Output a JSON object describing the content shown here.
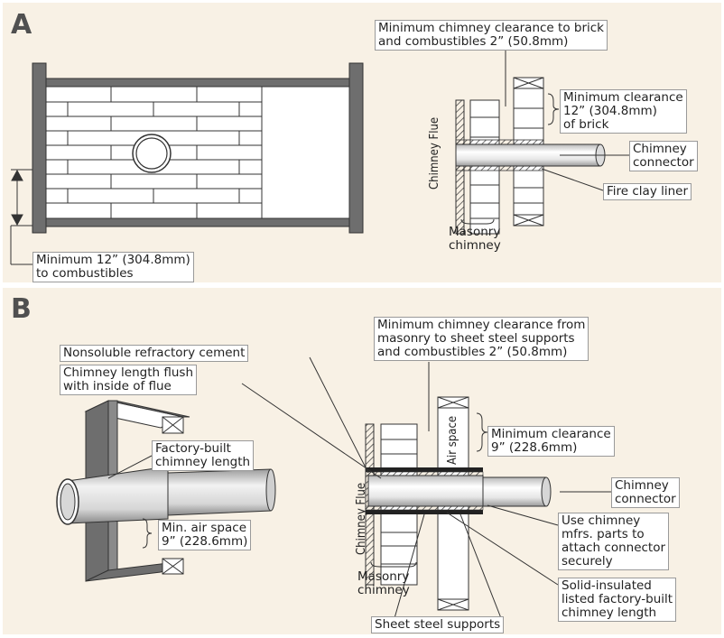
{
  "panel_a": {
    "letter": "A",
    "label_clearance_brick": "Minimum chimney clearance to brick\nand combustibles 2” (50.8mm)",
    "label_min_clearance": "Minimum clearance\n12” (304.8mm)\nof brick",
    "label_chimney_connector": "Chimney\nconnector",
    "label_fire_clay": "Fire clay liner",
    "label_masonry": "Masonry\nchimney",
    "label_chimney_flue": "Chimney Flue",
    "label_min_combustibles": "Minimum 12” (304.8mm)\nto combustibles"
  },
  "panel_b": {
    "letter": "B",
    "label_clearance_masonry": "Minimum chimney clearance from\nmasonry to sheet steel supports\nand combustibles 2” (50.8mm)",
    "label_nonsoluble": "Nonsoluble refractory cement",
    "label_flush": "Chimney length flush\nwith inside of flue",
    "label_factory_built": "Factory-built\nchimney length",
    "label_air_space_vertical": "Air space",
    "label_min_clearance": "Minimum clearance\n9” (228.6mm)",
    "label_chimney_connector": "Chimney\nconnector",
    "label_min_air_space": "Min. air space\n9” (228.6mm)",
    "label_use_parts": "Use chimney\nmfrs. parts to\nattach connector\nsecurely",
    "label_chimney_flue": "Chimney Flue",
    "label_masonry": "Masonry\nchimney",
    "label_solid_insulated": "Solid-insulated\nlisted factory-built\nchimney length",
    "label_sheet_steel": "Sheet steel supports"
  },
  "colors": {
    "background": "#f8f1e5",
    "steel": "#6e6e6e",
    "line": "#333333",
    "label_bg": "#ffffff"
  }
}
